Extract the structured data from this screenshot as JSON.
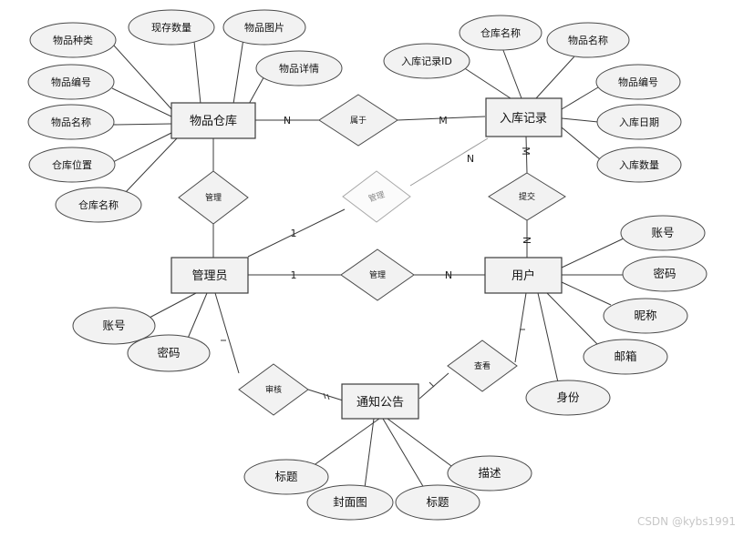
{
  "entities": {
    "warehouse": "物品仓库",
    "inbound": "入库记录",
    "admin": "管理员",
    "user": "用户",
    "notice": "通知公告"
  },
  "relations": {
    "belongs": "属于",
    "manage_wh": "管理",
    "manage_inbound": "管理",
    "manage_user": "管理",
    "submit": "提交",
    "review": "审核",
    "view": "查看"
  },
  "attributes": {
    "warehouse": [
      "物品种类",
      "现存数量",
      "物品图片",
      "物品详情",
      "物品编号",
      "物品名称",
      "仓库位置",
      "仓库名称"
    ],
    "inbound": [
      "入库记录ID",
      "仓库名称",
      "物品名称",
      "物品编号",
      "入库日期",
      "入库数量"
    ],
    "admin": [
      "账号",
      "密码"
    ],
    "user": [
      "账号",
      "密码",
      "昵称",
      "邮箱",
      "身份"
    ],
    "notice": [
      "标题",
      "封面图",
      "标题",
      "描述"
    ]
  },
  "cardinality": {
    "warehouse_belongs": "N",
    "belongs_inbound": "M",
    "inbound_submit": "M",
    "submit_user": "N",
    "inbound_manage": "N",
    "manage_admin": "1",
    "admin_manage": "1",
    "manage_user": "N"
  },
  "watermark": "CSDN @kybs1991"
}
